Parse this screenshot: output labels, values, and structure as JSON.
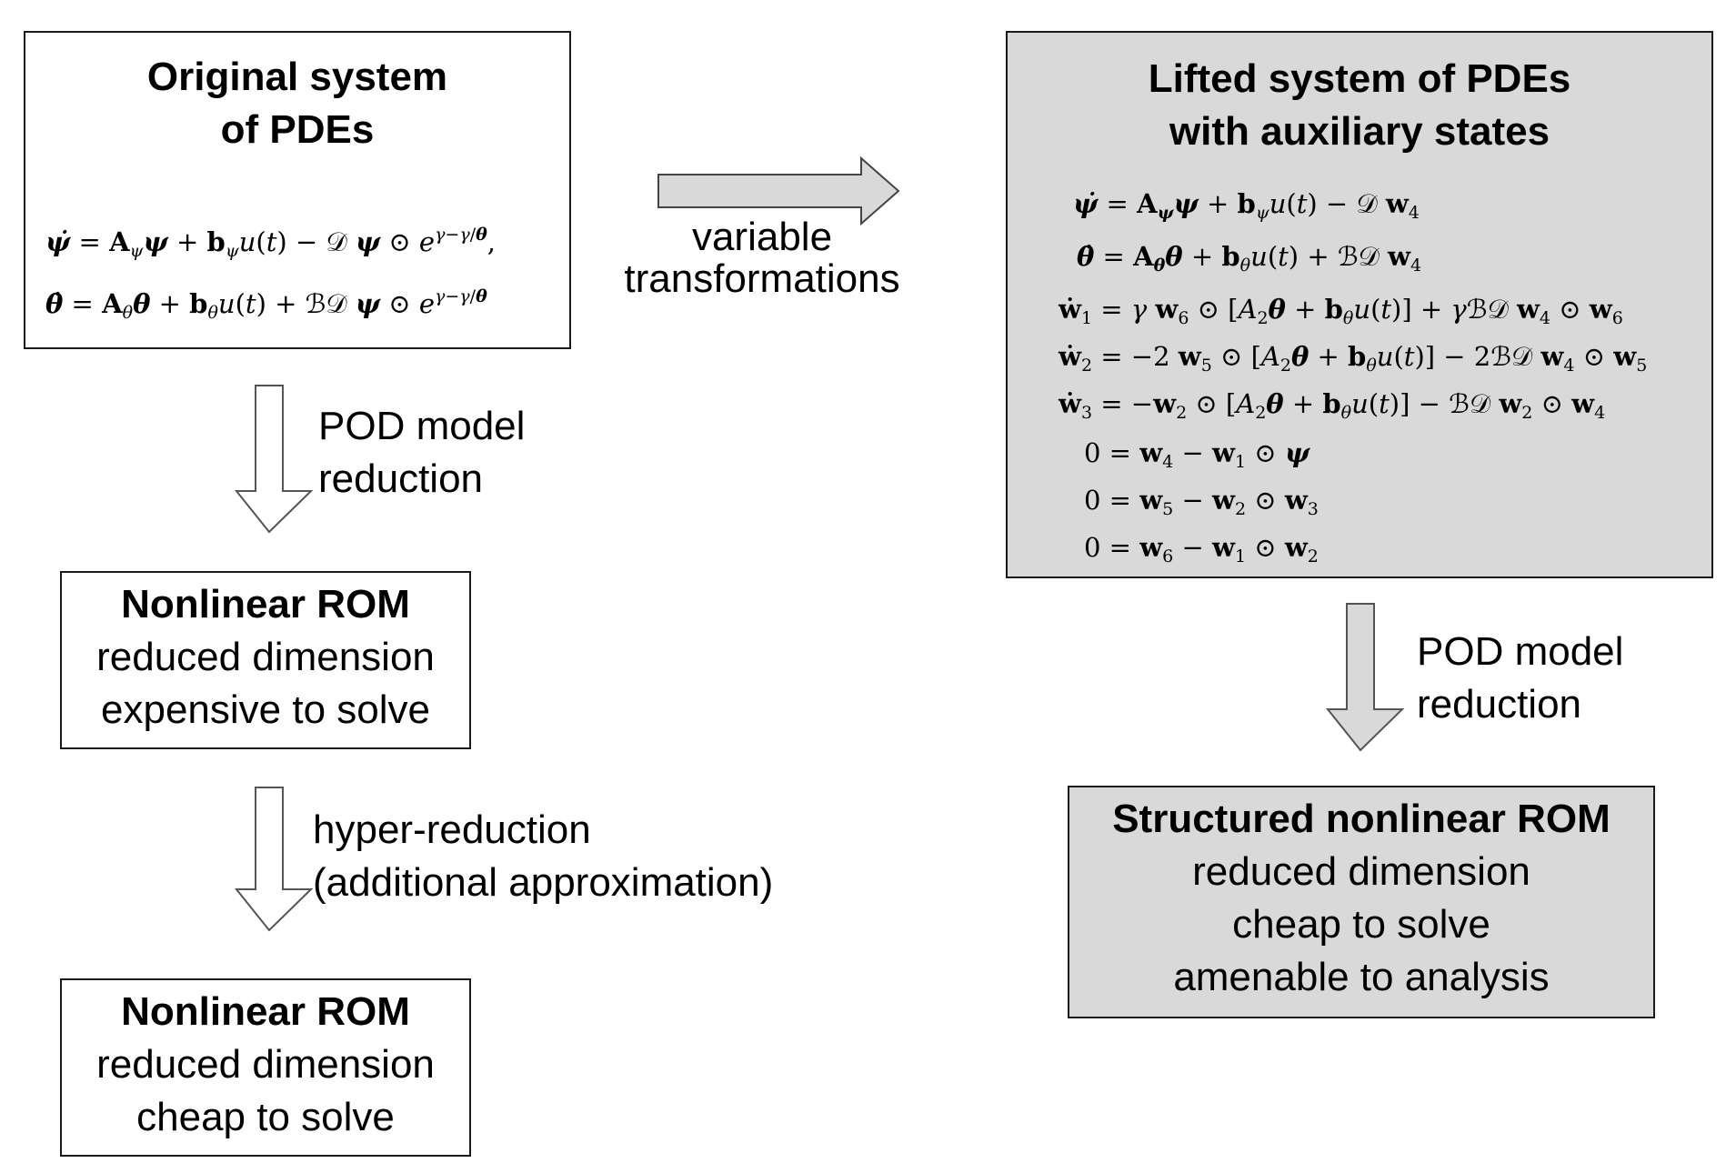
{
  "original": {
    "title_line1": "Original system",
    "title_line2": "of PDEs"
  },
  "lifted": {
    "title_line1": "Lifted system of PDEs",
    "title_line2": "with auxiliary states"
  },
  "transform_label": {
    "line1": "variable",
    "line2": "transformations"
  },
  "pod_left": {
    "line1": "POD model",
    "line2": "reduction"
  },
  "pod_right": {
    "line1": "POD model",
    "line2": "reduction"
  },
  "rom1": {
    "title": "Nonlinear ROM",
    "line1": "reduced dimension",
    "line2": "expensive  to solve"
  },
  "hyper": {
    "line1": "hyper-reduction",
    "line2": "(additional approximation)"
  },
  "rom2": {
    "title": "Nonlinear ROM",
    "line1": "reduced dimension",
    "line2": "cheap to solve"
  },
  "structured": {
    "title": "Structured nonlinear ROM",
    "line1": "reduced dimension",
    "line2": "cheap to solve",
    "line3": "amenable to analysis"
  },
  "colors": {
    "gray_fill": "#d9d9d9",
    "border": "#1a1a1a",
    "arrow_gray": "#d9d9d9"
  }
}
